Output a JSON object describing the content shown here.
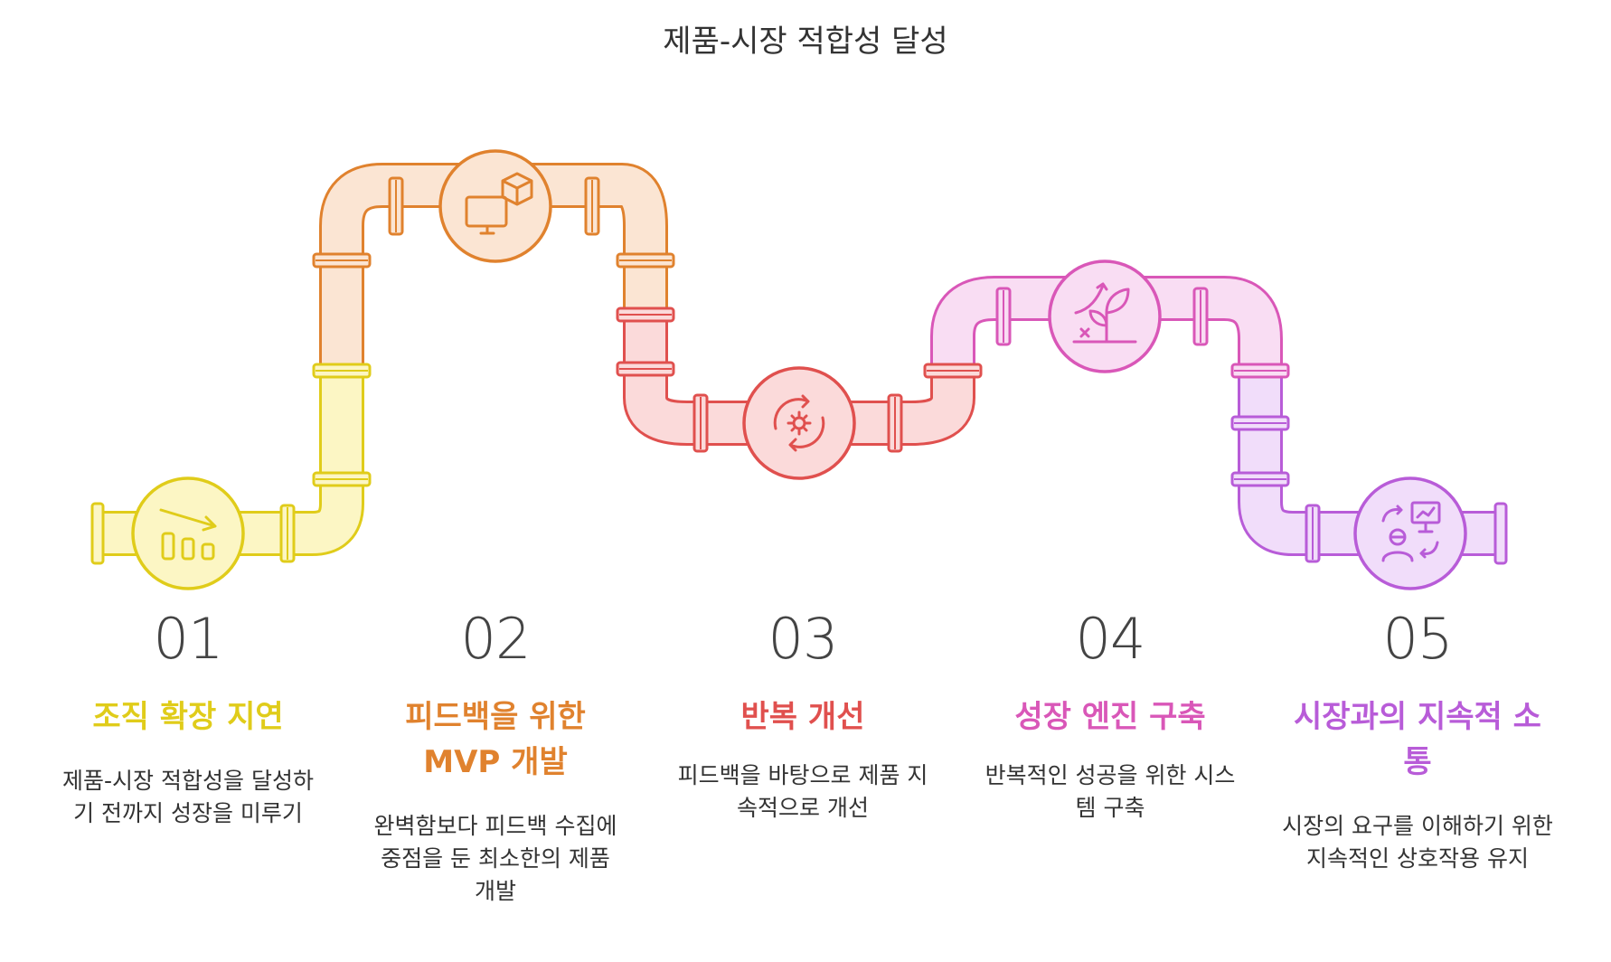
{
  "title": "제품-시장 적합성 달성",
  "steps": [
    {
      "num": "01",
      "heading": "조직 확장 지연",
      "desc": "제품-시장 적합성을 달성하기 전까지 성장을 미루기",
      "color": "#E0CC1A",
      "fill": "#FCF6C4",
      "icon": "declining-bar-chart-icon"
    },
    {
      "num": "02",
      "heading": "피드백을 위한 MVP 개발",
      "desc": "완벽함보다 피드백 수집에 중점을 둔 최소한의 제품 개발",
      "color": "#E0822E",
      "fill": "#FBE5D3",
      "icon": "monitor-cube-icon"
    },
    {
      "num": "03",
      "heading": "반복 개선",
      "desc": "피드백을 바탕으로 제품 지속적으로 개선",
      "color": "#E0504E",
      "fill": "#FBDADA",
      "icon": "cycle-gear-icon"
    },
    {
      "num": "04",
      "heading": "성장 엔진 구축",
      "desc": "반복적인 성공을 위한 시스템 구축",
      "color": "#D957B8",
      "fill": "#F9DDF3",
      "icon": "growing-plant-icon"
    },
    {
      "num": "05",
      "heading": "시장과의 지속적 소통",
      "desc": "시장의 요구를 이해하기 위한 지속적인 상호작용 유지",
      "color": "#B85CD8",
      "fill": "#F1DDFA",
      "icon": "presentation-exchange-icon"
    }
  ]
}
